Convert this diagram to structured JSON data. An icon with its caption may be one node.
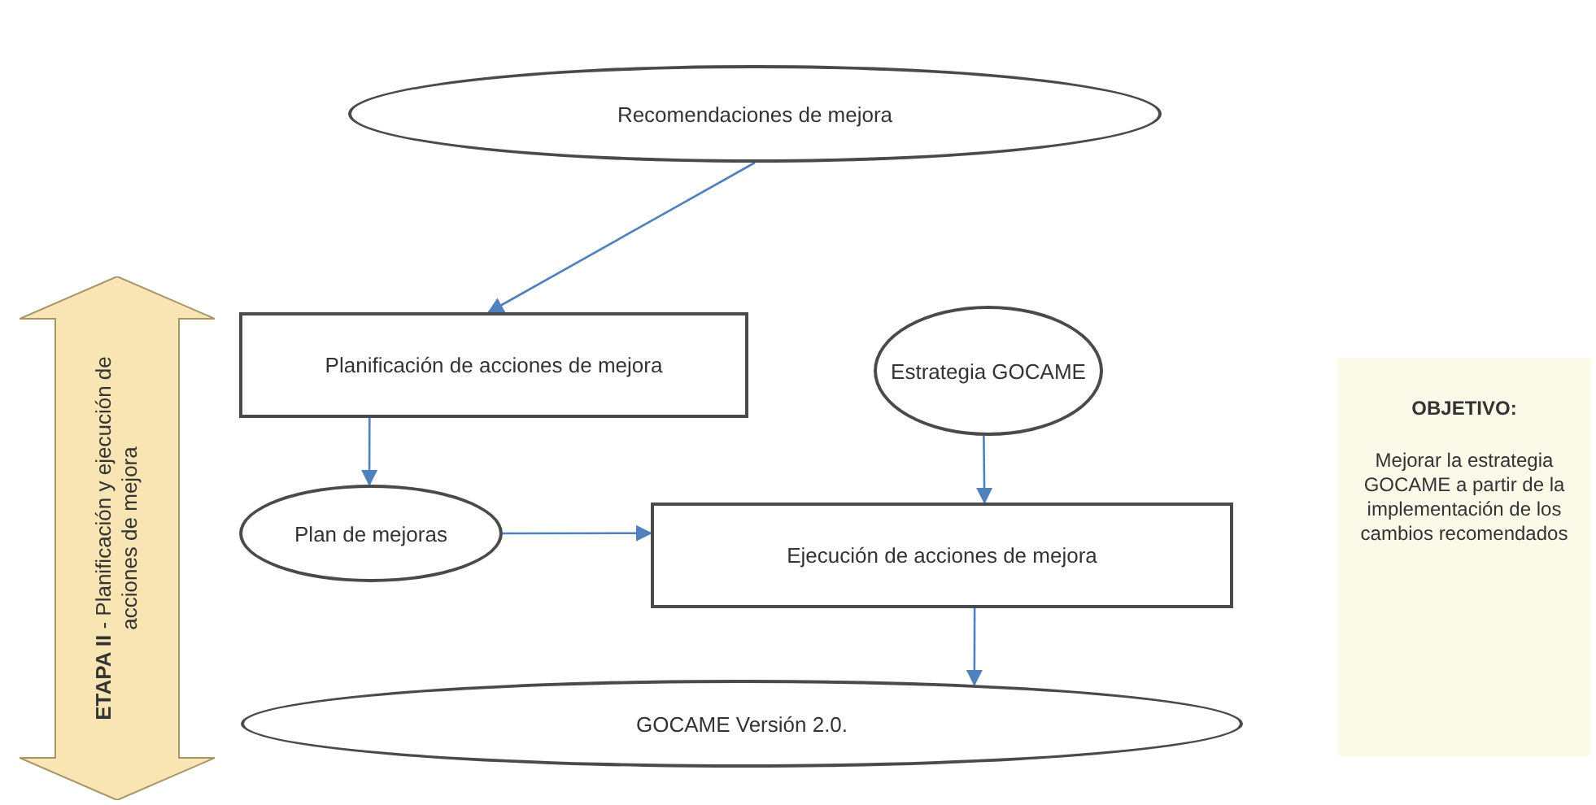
{
  "diagram": {
    "nodes": [
      {
        "text": [
          "Recomendaciones de mejora"
        ]
      },
      {
        "text": [
          "Planificación de acciones de mejora"
        ]
      },
      {
        "text": [
          "Estrategia GOCAME"
        ]
      },
      {
        "text": [
          "Plan de mejoras"
        ]
      },
      {
        "text": [
          "Ejecución de acciones de mejora"
        ]
      },
      {
        "text": [
          "GOCAME Versión 2.0."
        ]
      },
      {
        "text": [
          "**ETAPA II** - Planificación y ejecución de acciones de mejora"
        ]
      },
      {
        "text": [
          "OBJETIVO:",
          "Mejorar la estrategia GOCAME a partir de la implementación de los cambios recomendados"
        ]
      }
    ],
    "edges": [
      {
        "from": 0,
        "to": 1,
        "arrow": "to"
      },
      {
        "from": 1,
        "to": 3,
        "arrow": "to"
      },
      {
        "from": 3,
        "to": 4,
        "arrow": "to"
      },
      {
        "from": 2,
        "to": 4,
        "arrow": "to"
      },
      {
        "from": 4,
        "to": 5,
        "arrow": "to"
      }
    ]
  }
}
